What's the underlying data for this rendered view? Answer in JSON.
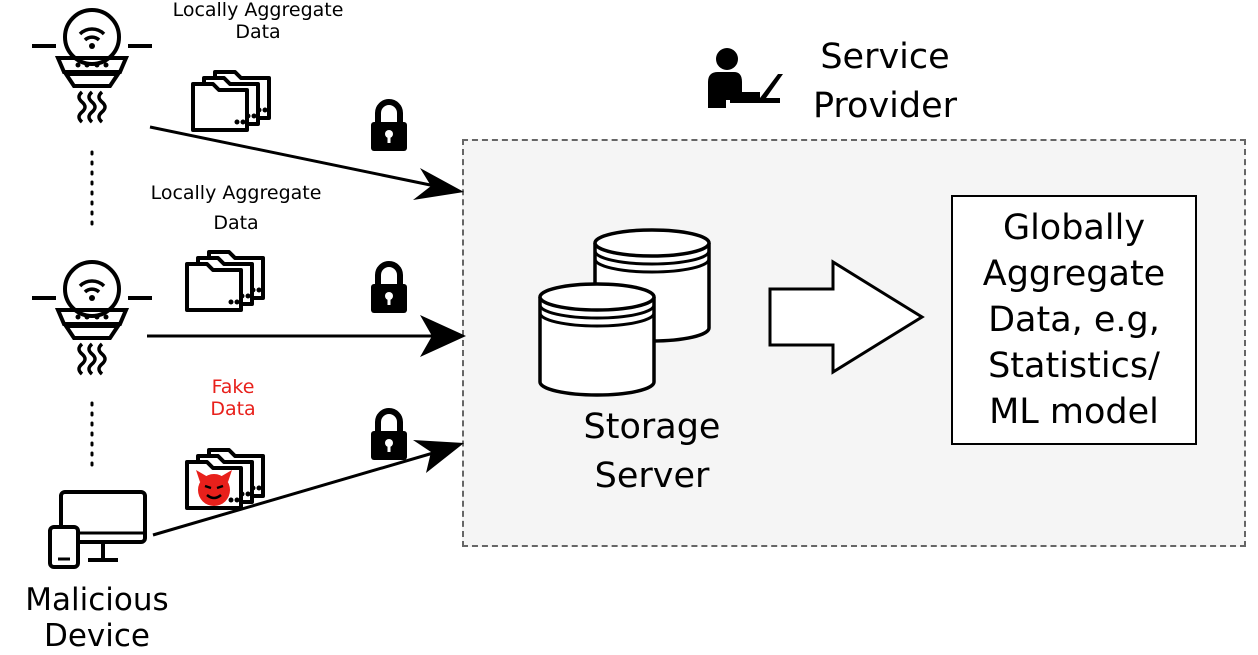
{
  "devices": [
    {
      "icon": "iot-sensor-icon",
      "data_label": "Locally Aggregate Data",
      "data_icon": "folders-icon"
    },
    {
      "icon": "iot-sensor-icon",
      "data_label": "Locally Aggregate Data",
      "data_icon": "folders-icon"
    },
    {
      "icon": "computer-phone-icon",
      "name": "Malicious Device",
      "data_label": "Fake Data",
      "data_icon": "folders-devil-icon"
    }
  ],
  "connections": [
    {
      "icon": "lock-icon"
    },
    {
      "icon": "lock-icon"
    },
    {
      "icon": "lock-icon"
    }
  ],
  "service_provider": {
    "label": "Service Provider",
    "icon": "user-laptop-icon"
  },
  "storage": {
    "label": "Storage Server",
    "icon": "database-icon"
  },
  "result": {
    "label": "Globally Aggregate Data, e.g, Statistics/ ML model"
  },
  "colors": {
    "fake_data": "#e8201b",
    "server_area_bg": "#f5f5f5",
    "server_area_border": "#666666"
  }
}
